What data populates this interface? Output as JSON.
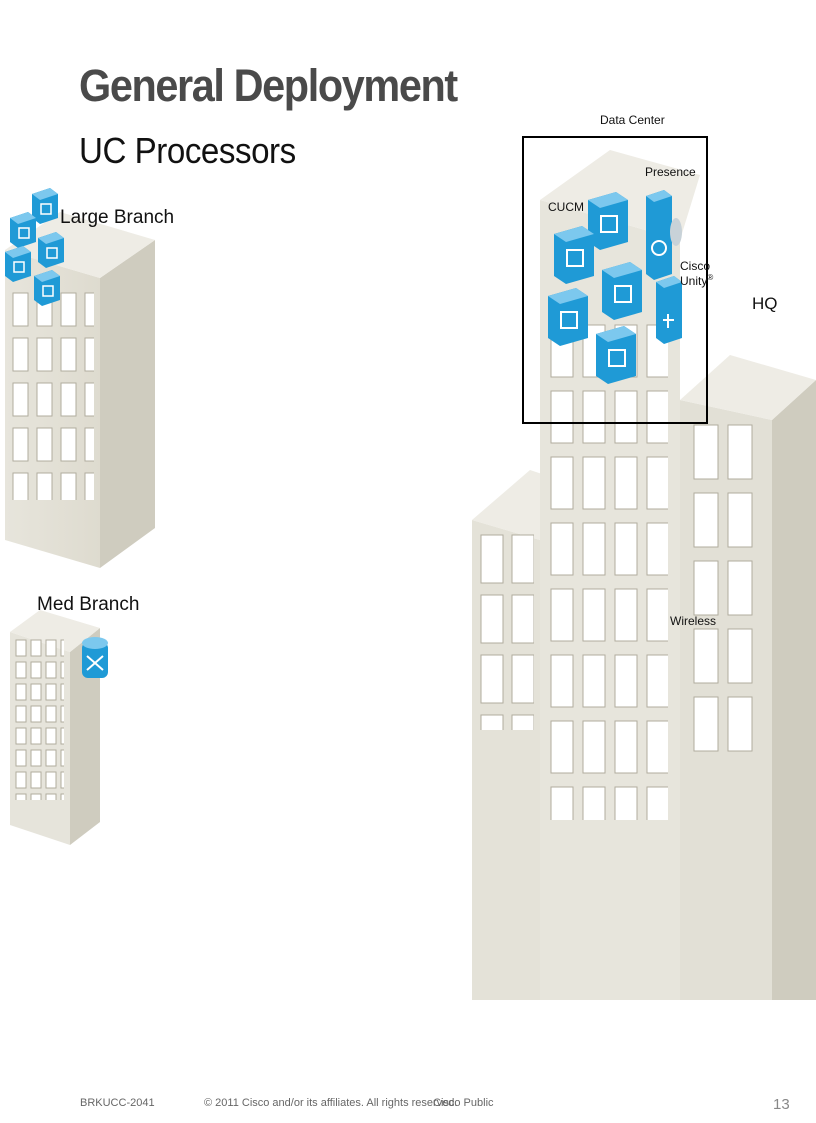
{
  "title": "General Deployment",
  "subtitle": "UC Processors",
  "sites": {
    "large_branch": "Large Branch",
    "med_branch": "Med Branch",
    "hq": "HQ"
  },
  "data_center": {
    "label": "Data Center",
    "cucm": "CUCM",
    "presence": "Presence",
    "unity_line1": "Cisco",
    "unity_line2": "Unity",
    "unity_reg": "®"
  },
  "wireless": "Wireless",
  "footer": {
    "session": "BRKUCC-2041",
    "copyright": "© 2011 Cisco and/or its affiliates. All rights reserved.",
    "classification": "Cisco Public",
    "page": "13"
  }
}
